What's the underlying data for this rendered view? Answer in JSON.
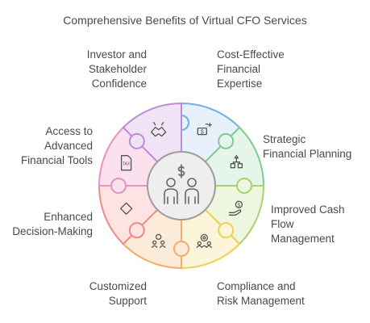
{
  "title": "Comprehensive Benefits of Virtual CFO Services",
  "segments": [
    {
      "id": "cost-effective",
      "label": "Cost-Effective\nFinancial\nExpertise",
      "fill": "#e7f1fb",
      "stroke": "#6fb1e4",
      "icon": "money-icon"
    },
    {
      "id": "strategic-planning",
      "label": "Strategic\nFinancial Planning",
      "fill": "#e6f5ea",
      "stroke": "#7fcc91",
      "icon": "planning-icon"
    },
    {
      "id": "cash-flow",
      "label": "Improved Cash\nFlow\nManagement",
      "fill": "#eef6df",
      "stroke": "#a9d16e",
      "icon": "cash-hand-icon"
    },
    {
      "id": "compliance",
      "label": "Compliance and\nRisk Management",
      "fill": "#fcf5d9",
      "stroke": "#ecd157",
      "icon": "team-gear-icon"
    },
    {
      "id": "support",
      "label": "Customized\nSupport",
      "fill": "#fdebd9",
      "stroke": "#f2ad6c",
      "icon": "support-people-icon"
    },
    {
      "id": "decision-making",
      "label": "Enhanced\nDecision-Making",
      "fill": "#fde4e3",
      "stroke": "#ee8b87",
      "icon": "diamond-icon"
    },
    {
      "id": "financial-tools",
      "label": "Access to\nAdvanced\nFinancial Tools",
      "fill": "#fbe1ee",
      "stroke": "#e792bf",
      "icon": "tax-document-icon"
    },
    {
      "id": "investor-confidence",
      "label": "Investor and\nStakeholder\nConfidence",
      "fill": "#f0e3f6",
      "stroke": "#c18ad9",
      "icon": "handshake-icon"
    }
  ],
  "center": {
    "icon": "people-dollar-icon",
    "fill": "#eeeeee",
    "stroke": "#9e9e9e"
  }
}
